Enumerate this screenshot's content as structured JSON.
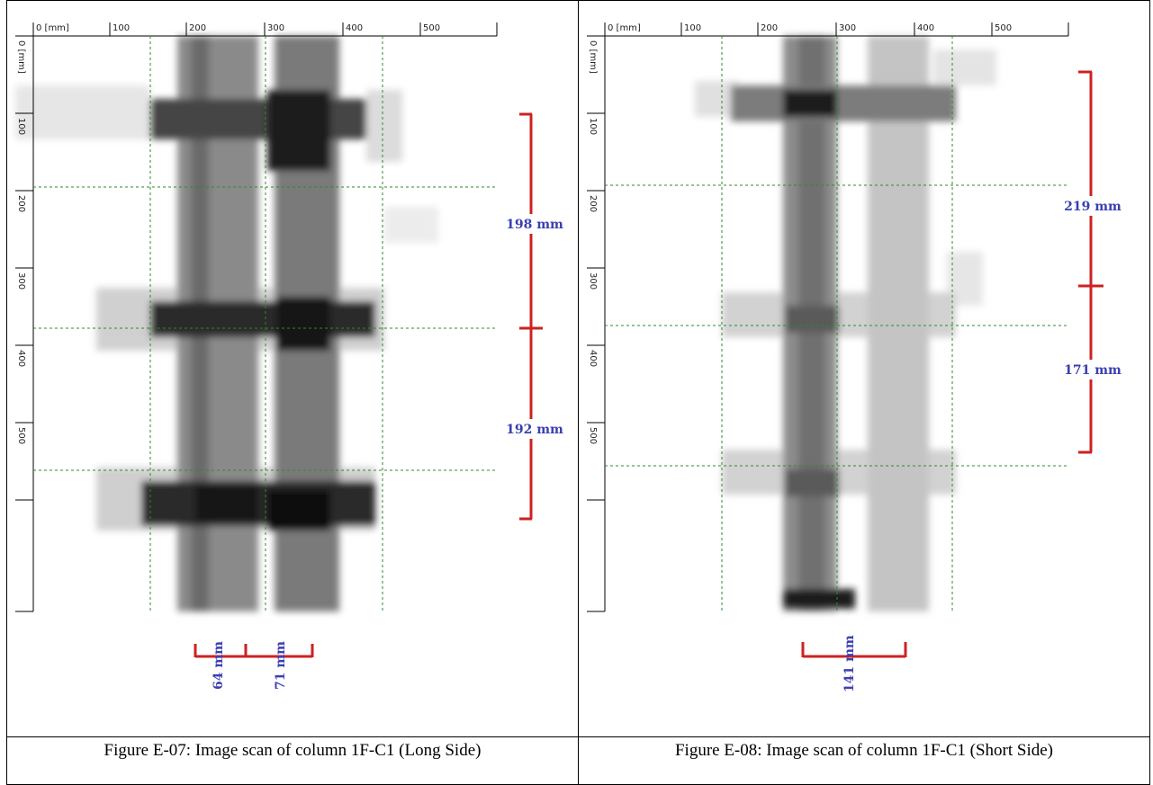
{
  "figures": [
    {
      "axis_x_labels": [
        "0 [mm]",
        "100",
        "200",
        "300",
        "400",
        "500"
      ],
      "axis_y_labels": [
        "0 [mm]",
        "100",
        "200",
        "300",
        "400",
        "500"
      ],
      "dimensions": {
        "upper_span": "198 mm",
        "lower_span": "192 mm",
        "left_bar_gap": "64 mm",
        "right_bar_gap": "71 mm"
      },
      "caption": "Figure E-07: Image scan of column 1F-C1 (Long Side)"
    },
    {
      "axis_x_labels": [
        "0 [mm]",
        "100",
        "200",
        "300",
        "400",
        "500"
      ],
      "axis_y_labels": [
        "0 [mm]",
        "100",
        "200",
        "300",
        "400",
        "500"
      ],
      "dimensions": {
        "upper_span": "219 mm",
        "lower_span": "171 mm",
        "bar_gap": "141 mm"
      },
      "caption": "Figure E-08: Image scan of column 1F-C1 (Short Side)"
    }
  ],
  "colors": {
    "dimension_line": "#cc2222",
    "dimension_text": "#3b3fb0",
    "grid_line": "#2e8b2e"
  }
}
